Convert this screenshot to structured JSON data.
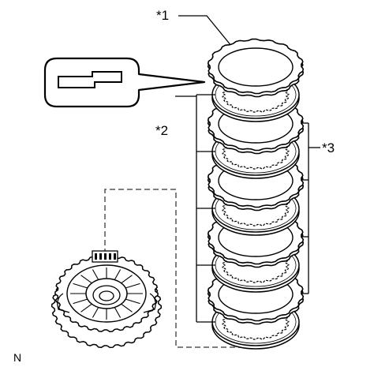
{
  "callouts": {
    "plate": "*1",
    "disc_group": "*2",
    "plate_group": "*3"
  },
  "corner_label": "N",
  "disc_stack_count": 5,
  "plate_stack_count": 4,
  "icons": {
    "detail_bubble": "flange-profile-icon",
    "housing": "clutch-drum-icon"
  },
  "colors": {
    "line": "#000000",
    "dash": "#555555",
    "background": "#ffffff"
  }
}
